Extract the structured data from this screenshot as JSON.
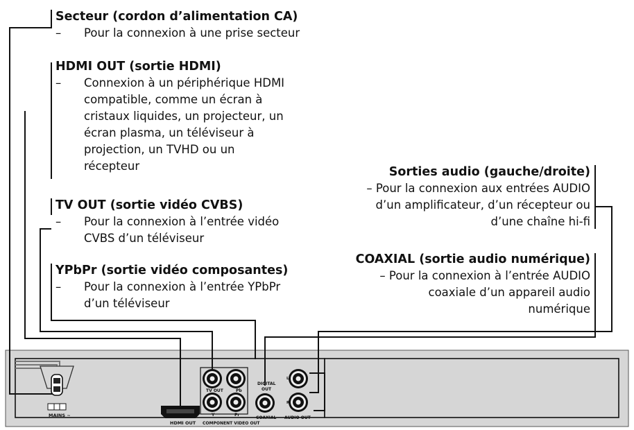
{
  "callouts": {
    "mains": {
      "heading": "Secteur (cordon d’alimentation CA)",
      "dash": "–",
      "lines": [
        "Pour la connexion à une prise secteur"
      ]
    },
    "hdmi": {
      "heading": "HDMI OUT (sortie HDMI)",
      "dash": "–",
      "lines": [
        "Connexion à un périphérique HDMI",
        "compatible, comme un écran à",
        "cristaux liquides, un projecteur, un",
        "écran plasma, un téléviseur à",
        "projection, un TVHD ou un",
        "récepteur"
      ]
    },
    "tvout": {
      "heading": "TV OUT (sortie vidéo CVBS)",
      "dash": "–",
      "lines": [
        "Pour la connexion à l’entrée vidéo",
        "CVBS d’un téléviseur"
      ]
    },
    "ypbpr": {
      "heading": "YPbPr (sortie vidéo composantes)",
      "dash": "–",
      "lines": [
        "Pour la connexion à  l’entrée YPbPr",
        "d’un téléviseur"
      ]
    },
    "audio": {
      "heading": "Sorties audio (gauche/droite)",
      "lines": [
        "– Pour la connexion aux entrées AUDIO",
        "d’un amplificateur, d’un récepteur ou",
        "d’une chaîne hi-fi"
      ]
    },
    "coaxial": {
      "heading": "COAXIAL (sortie audio numérique)",
      "lines": [
        "– Pour la connexion à l’entrée AUDIO",
        "coaxiale d’un appareil audio",
        "numérique"
      ]
    }
  },
  "panel_labels": {
    "mains": "MAINS ~",
    "hdmi_out": "HDMI OUT",
    "tv_out": "TV OUT",
    "pb": "Pb",
    "y": "Y",
    "pr": "Pr",
    "component": "COMPONENT VIDEO OUT",
    "digital": "DIGITAL",
    "out": "OUT",
    "coaxial": "COAXIAL",
    "l": "L",
    "r": "R",
    "audio_out": "AUDIO OUT"
  },
  "colors": {
    "panel": "#d6d6d6",
    "line": "#111111",
    "jack_ring": "#eeeeee"
  }
}
